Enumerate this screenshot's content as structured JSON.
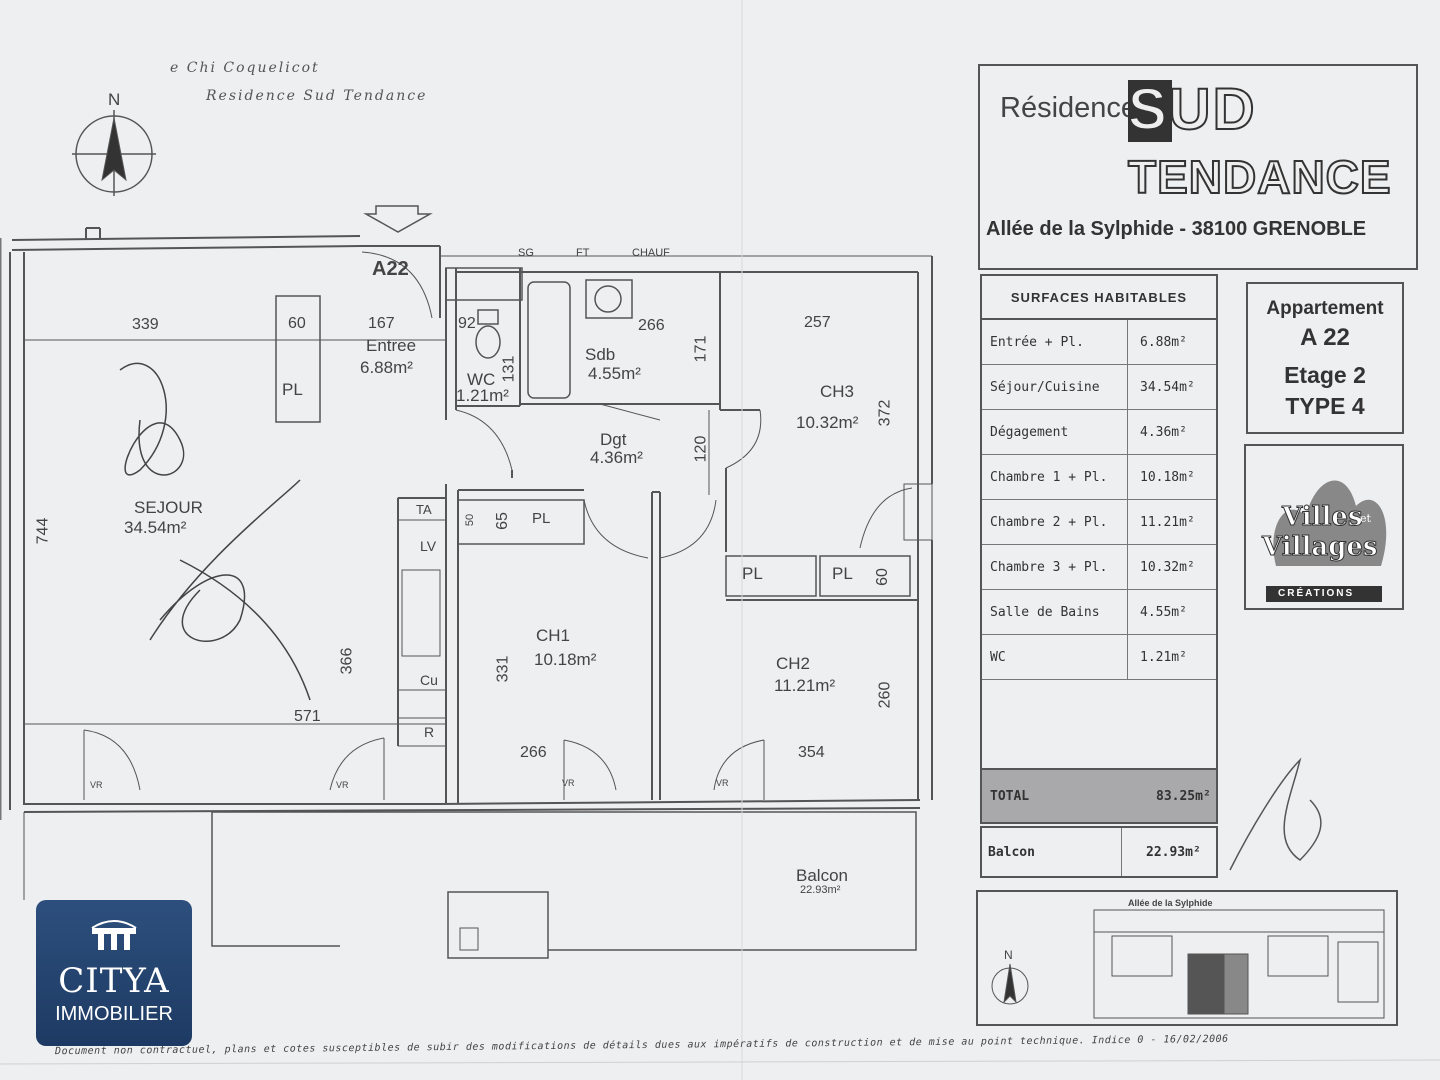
{
  "handwritten": {
    "line1": "e Chi Coquelicot",
    "line2": "Residence Sud Tendance"
  },
  "compass_letter": "N",
  "entry_label": "A22",
  "service_labels": {
    "sg": "SG",
    "ft": "FT",
    "chauf": "CHAUF"
  },
  "rooms": {
    "entree": {
      "name": "Entree",
      "area": "6.88m²"
    },
    "wc": {
      "name": "WC",
      "area": "1.21m²"
    },
    "sdb": {
      "name": "Sdb",
      "area": "4.55m²"
    },
    "dgt": {
      "name": "Dgt",
      "area": "4.36m²"
    },
    "ch3": {
      "name": "CH3",
      "area": "10.32m²"
    },
    "sejour": {
      "name": "SEJOUR",
      "area": "34.54m²"
    },
    "ch1": {
      "name": "CH1",
      "area": "10.18m²"
    },
    "ch2": {
      "name": "CH2",
      "area": "11.21m²"
    },
    "balcon": {
      "name": "Balcon",
      "area": "22.93m²"
    }
  },
  "dimensions": {
    "d339": "339",
    "d60a": "60",
    "d167": "167",
    "d92": "92",
    "d266a": "266",
    "d257": "257",
    "d131": "131",
    "d171": "171",
    "d120": "120",
    "d372": "372",
    "d744": "744",
    "d50": "50",
    "d65": "65",
    "d366": "366",
    "d331": "331",
    "d60b": "60",
    "d571": "571",
    "d266b": "266",
    "d354": "354",
    "d260": "260"
  },
  "fixtures": {
    "pl": "PL",
    "ta": "TA",
    "lv": "LV",
    "cu": "Cu",
    "r": "R",
    "vr": "VR"
  },
  "title_block": {
    "residence_word": "Résidence",
    "brand_line1": "SUD",
    "brand_line2": "TENDANCE",
    "address": "Allée de la Sylphide - 38100 GRENOBLE"
  },
  "surfaces": {
    "header": "SURFACES HABITABLES",
    "rows": [
      {
        "name": "Entrée + Pl.",
        "value": "6.88m²"
      },
      {
        "name": "Séjour/Cuisine",
        "value": "34.54m²"
      },
      {
        "name": "Dégagement",
        "value": "4.36m²"
      },
      {
        "name": "Chambre 1 + Pl.",
        "value": "10.18m²"
      },
      {
        "name": "Chambre 2 + Pl.",
        "value": "11.21m²"
      },
      {
        "name": "Chambre 3 + Pl.",
        "value": "10.32m²"
      },
      {
        "name": "Salle de Bains",
        "value": "4.55m²"
      },
      {
        "name": "WC",
        "value": "1.21m²"
      }
    ],
    "total_label": "TOTAL",
    "total_value": "83.25m²",
    "balcon_label": "Balcon",
    "balcon_value": "22.93m²"
  },
  "apartment": {
    "line1": "Appartement",
    "line2": "A 22",
    "line3": "Etage 2",
    "line4": "TYPE 4"
  },
  "partner_logo": {
    "line1": "Villes",
    "line2": "et",
    "line3": "Villages",
    "line4": "CRÉATIONS"
  },
  "location_map": {
    "street": "Allée de la Sylphide",
    "north": "N"
  },
  "agency": {
    "name": "CITYA",
    "sub": "IMMOBILIER"
  },
  "footer": "Document non contractuel, plans et cotes susceptibles de subir des modifications de détails dues aux impératifs de construction et de mise au point technique.   Indice 0 - 16/02/2006"
}
